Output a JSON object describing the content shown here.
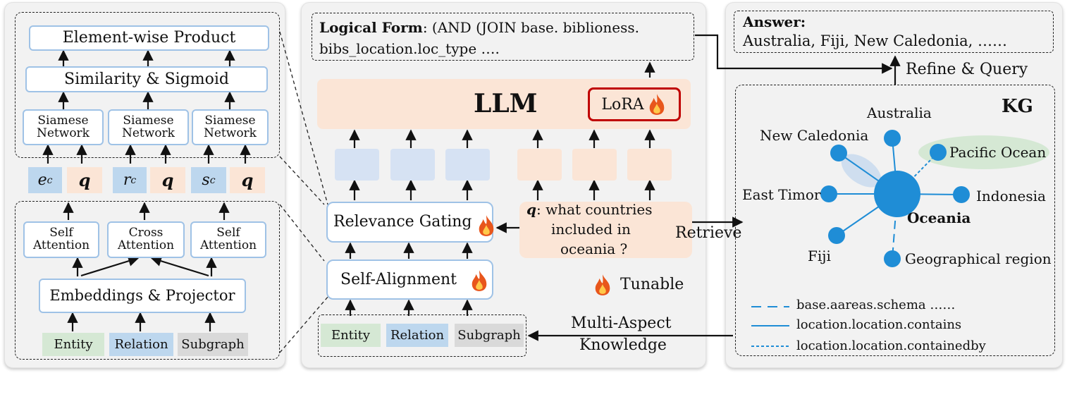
{
  "left_panel": {
    "element_wise": "Element-wise Product",
    "similarity": "Similarity & Sigmoid",
    "siamese": [
      {
        "line1": "Siamese",
        "line2": "Network"
      },
      {
        "line1": "Siamese",
        "line2": "Network"
      },
      {
        "line1": "Siamese",
        "line2": "Network"
      }
    ],
    "tokens": [
      {
        "base": "e",
        "sub": "c"
      },
      {
        "base": "q"
      },
      {
        "base": "r",
        "sub": "c"
      },
      {
        "base": "q"
      },
      {
        "base": "s",
        "sub": "c"
      },
      {
        "base": "q"
      }
    ],
    "attention": [
      {
        "line1": "Self",
        "line2": "Attention"
      },
      {
        "line1": "Cross",
        "line2": "Attention"
      },
      {
        "line1": "Self",
        "line2": "Attention"
      }
    ],
    "embeddings": "Embeddings & Projector",
    "inputs": [
      "Entity",
      "Relation",
      "Subgraph"
    ]
  },
  "middle_panel": {
    "logical_form_label": "Logical Form",
    "logical_form_line1": ": (AND (JOIN base. biblioness.",
    "logical_form_line2": "bibs_location.loc_type ….",
    "llm": "LLM",
    "lora": "LoRA",
    "relevance_gating": "Relevance Gating",
    "self_alignment": "Self-Alignment",
    "question_label": "q",
    "question_line1": ": what countries",
    "question_line2": "included in",
    "question_line3": "oceania ?",
    "tunable": "Tunable",
    "inputs": [
      "Entity",
      "Relation",
      "Subgraph"
    ]
  },
  "connectors": {
    "retrieve": "Retrieve",
    "multi_aspect_line1": "Multi-Aspect",
    "multi_aspect_line2": "Knowledge",
    "refine": "Refine & Query"
  },
  "answer": {
    "label": "Answer:",
    "text": "Australia, Fiji, New Caledonia, ……"
  },
  "kg": {
    "title": "KG",
    "center": "Oceania",
    "nodes": [
      "Australia",
      "New Caledonia",
      "Pacific Ocean",
      "East Timor",
      "Indonesia",
      "Fiji",
      "Geographical region"
    ],
    "legend": [
      "base.aareas.schema ……",
      "location.location.contains",
      "location.location.containedby"
    ]
  },
  "colors": {
    "box_border": "#9fc2e6",
    "entity_chip": "#d5e8d4",
    "relation_chip": "#bdd7ee",
    "subgraph_chip": "#d9d9d9",
    "q_chip": "#fbe5d6",
    "llm_bg": "#fbe5d6",
    "lora_border": "#c00000",
    "node": "#1f8dd6",
    "flame": "#e8561c"
  }
}
